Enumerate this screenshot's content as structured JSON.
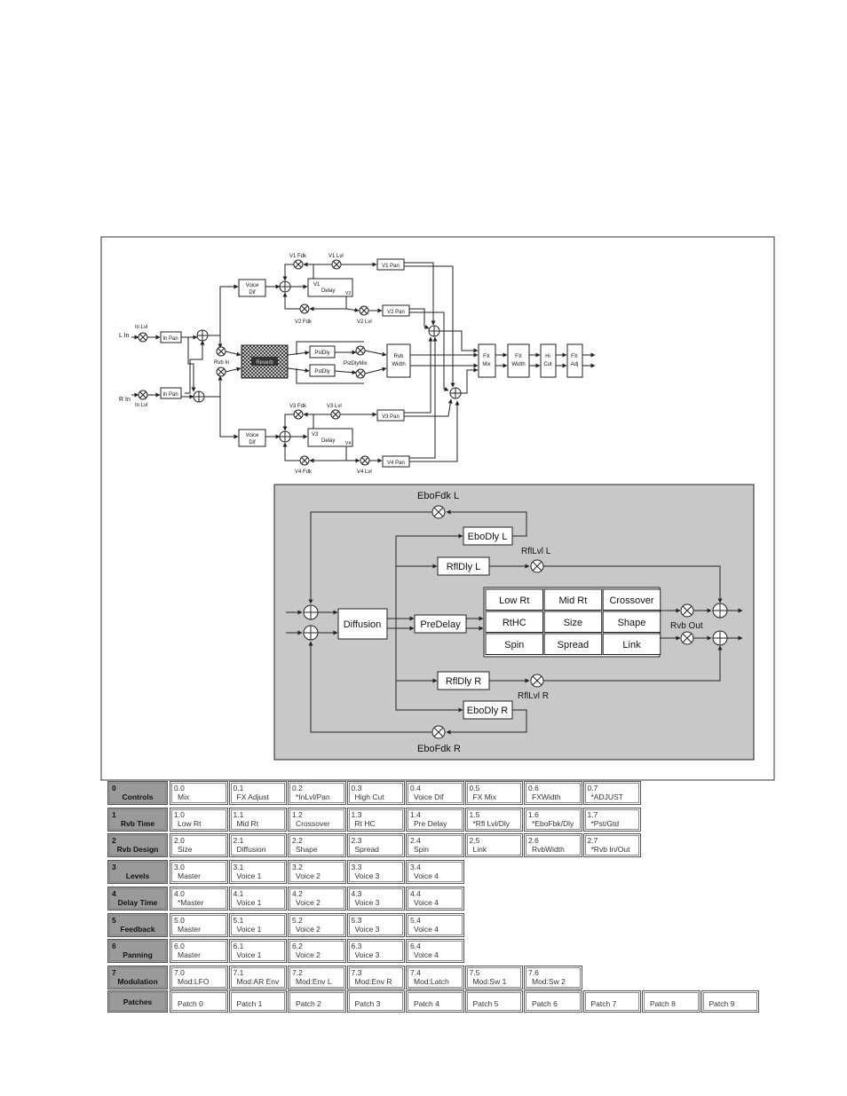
{
  "upper": {
    "inputs": [
      "L In",
      "R In"
    ],
    "in_lvl": [
      "In Lvl",
      "In Lvl"
    ],
    "in_pan": [
      "In Pan",
      "In Pan"
    ],
    "rvb_in": "Rvb In",
    "reverb_block": "Reverb",
    "pst_dly": [
      "PstDly",
      "PstDly"
    ],
    "pst_dly_mix": "PstDlyMix",
    "rvb_width": [
      "Rvb",
      "Width"
    ],
    "voice_dif": [
      "Voice",
      "Dif"
    ],
    "v1_fdk": "V1 Fdk",
    "v1_lvl": "V1 Lvl",
    "v1": "V1",
    "delay": "Delay",
    "v2": "V2",
    "v2_fdk": "V2 Fdk",
    "v2_lvl": "V2 Lvl",
    "v3_fdk": "V3 Fdk",
    "v3_lvl": "V3 Lvl",
    "v3": "V3",
    "v4": "V4",
    "v4_fdk": "V4 Fdk",
    "v4_lvl": "V4 Lvl",
    "v1_pan": "V1 Pan",
    "v2_pan": "V2 Pan",
    "v3_pan": "V3 Pan",
    "v4_pan": "V4 Pan",
    "fx_mix": [
      "FX",
      "Mix"
    ],
    "fx_width": [
      "FX",
      "Width"
    ],
    "hi_cut": [
      "Hi",
      "Cut"
    ],
    "fx_adj": [
      "FX",
      "Adj"
    ]
  },
  "lower": {
    "ebo_fdk_l": "EboFdk L",
    "ebo_dly_l": "EboDly L",
    "rfl_lvl_l": "RflLvl L",
    "rfl_dly_l": "RflDly L",
    "diffusion": "Diffusion",
    "predelay": "PreDelay",
    "grid": [
      "Low Rt",
      "Mid Rt",
      "Crossover",
      "RtHC",
      "Size",
      "Shape",
      "Spin",
      "Spread",
      "Link"
    ],
    "rvb_out": "Rvb Out",
    "rfl_dly_r": "RflDly R",
    "rfl_lvl_r": "RflLvl R",
    "ebo_dly_r": "EboDly R",
    "ebo_fdk_r": "EboFdk R"
  },
  "table": [
    {
      "head_num": "0",
      "head": "Controls",
      "cells": [
        [
          "0.0",
          "Mix"
        ],
        [
          "0.1",
          "FX Adjust"
        ],
        [
          "0.2",
          "*InLvl/Pan"
        ],
        [
          "0.3",
          "High Cut"
        ],
        [
          "0.4",
          "Voice Dif"
        ],
        [
          "0.5",
          "FX Mix"
        ],
        [
          "0.6",
          "FXWidth"
        ],
        [
          "0.7",
          "*ADJUST"
        ]
      ]
    },
    {
      "head_num": "1",
      "head": "Rvb Time",
      "cells": [
        [
          "1.0",
          "Low Rt"
        ],
        [
          "1.1",
          "Mid Rt"
        ],
        [
          "1.2",
          "Crossover"
        ],
        [
          "1.3",
          "Rt HC"
        ],
        [
          "1.4",
          "Pre Delay"
        ],
        [
          "1.5",
          "*Rfl Lvl/Dly"
        ],
        [
          "1.6",
          "*EboFbk/Dly"
        ],
        [
          "1.7",
          "*Pst/Gtd"
        ]
      ]
    },
    {
      "head_num": "2",
      "head": "Rvb Design",
      "cells": [
        [
          "2.0",
          "Size"
        ],
        [
          "2.1",
          "Diffusion"
        ],
        [
          "2.2",
          "Shape"
        ],
        [
          "2.3",
          "Spread"
        ],
        [
          "2.4",
          "Spin"
        ],
        [
          "2.5",
          "Link"
        ],
        [
          "2.6",
          "RvbWidth"
        ],
        [
          "2.7",
          "*Rvb In/Out"
        ]
      ]
    },
    {
      "head_num": "3",
      "head": "Levels",
      "cells": [
        [
          "3.0",
          "Master"
        ],
        [
          "3.1",
          "Voice 1"
        ],
        [
          "3.2",
          "Voice 2"
        ],
        [
          "3.3",
          "Voice 3"
        ],
        [
          "3.4",
          "Voice 4"
        ]
      ]
    },
    {
      "head_num": "4",
      "head": "Delay Time",
      "cells": [
        [
          "4.0",
          "*Master"
        ],
        [
          "4.1",
          "Voice 1"
        ],
        [
          "4.2",
          "Voice 2"
        ],
        [
          "4.3",
          "Voice 3"
        ],
        [
          "4.4",
          "Voice 4"
        ]
      ]
    },
    {
      "head_num": "5",
      "head": "Feedback",
      "cells": [
        [
          "5.0",
          "Master"
        ],
        [
          "5.1",
          "Voice 1"
        ],
        [
          "5.2",
          "Voice 2"
        ],
        [
          "5.3",
          "Voice 3"
        ],
        [
          "5.4",
          "Voice 4"
        ]
      ]
    },
    {
      "head_num": "6",
      "head": "Panning",
      "cells": [
        [
          "6.0",
          "Master"
        ],
        [
          "6.1",
          "Voice 1"
        ],
        [
          "6.2",
          "Voice 2"
        ],
        [
          "6.3",
          "Voice 3"
        ],
        [
          "6.4",
          "Voice 4"
        ]
      ]
    },
    {
      "head_num": "7",
      "head": "Modulation",
      "cells": [
        [
          "7.0",
          "Mod:LFO"
        ],
        [
          "7.1",
          "Mod:AR Env"
        ],
        [
          "7.2",
          "Mod:Env L"
        ],
        [
          "7.3",
          "Mod:Env R"
        ],
        [
          "7.4",
          "Mod:Latch"
        ],
        [
          "7.5",
          "Mod:Sw 1"
        ],
        [
          "7.6",
          "Mod:Sw 2"
        ]
      ]
    },
    {
      "head_num": "",
      "head": "Patches",
      "cells": [
        [
          "",
          "Patch 0"
        ],
        [
          "",
          "Patch 1"
        ],
        [
          "",
          "Patch 2"
        ],
        [
          "",
          "Patch 3"
        ],
        [
          "",
          "Patch 4"
        ],
        [
          "",
          "Patch 5"
        ],
        [
          "",
          "Patch 6"
        ],
        [
          "",
          "Patch 7"
        ],
        [
          "",
          "Patch 8"
        ],
        [
          "",
          "Patch 9"
        ]
      ]
    }
  ]
}
